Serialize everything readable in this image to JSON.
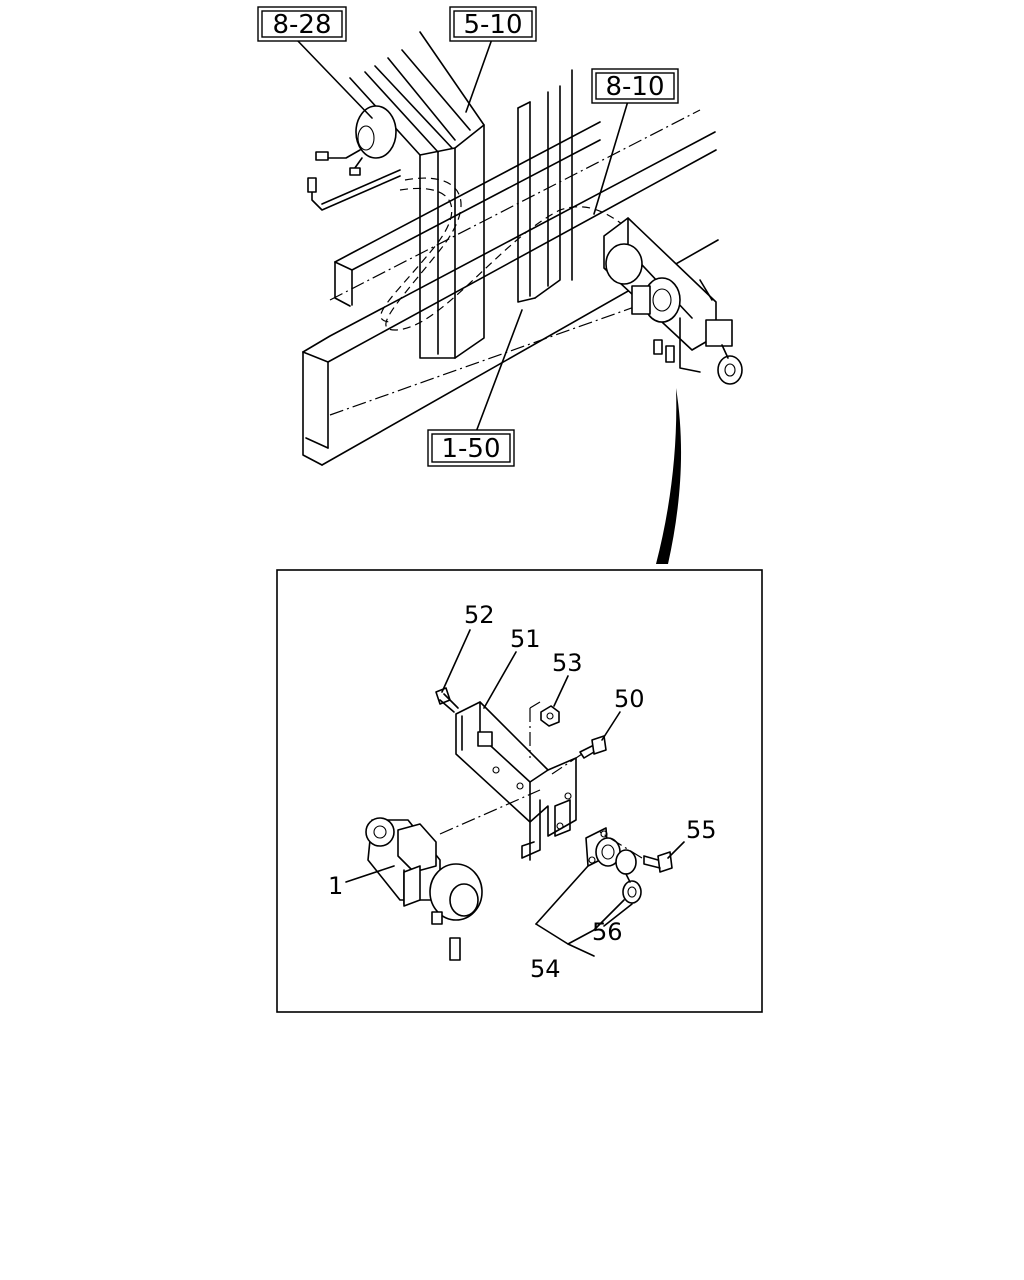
{
  "reference_boxes": [
    {
      "id": "ref-8-28",
      "label": "8-28"
    },
    {
      "id": "ref-5-10",
      "label": "5-10"
    },
    {
      "id": "ref-8-10",
      "label": "8-10"
    },
    {
      "id": "ref-1-50",
      "label": "1-50"
    }
  ],
  "callouts": [
    {
      "id": "part-52",
      "label": "52"
    },
    {
      "id": "part-51",
      "label": "51"
    },
    {
      "id": "part-53",
      "label": "53"
    },
    {
      "id": "part-50",
      "label": "50"
    },
    {
      "id": "part-55",
      "label": "55"
    },
    {
      "id": "part-1",
      "label": "1"
    },
    {
      "id": "part-56",
      "label": "56"
    },
    {
      "id": "part-54",
      "label": "54"
    }
  ]
}
